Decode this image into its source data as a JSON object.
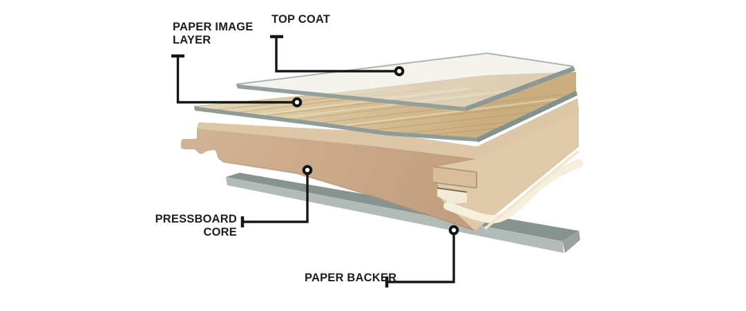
{
  "diagram": {
    "kind": "exploded-layer-diagram",
    "background_color": "#ffffff",
    "connector_color": "#151515",
    "text_color": "#1d1d1b",
    "dot_fill": "#ffffff"
  },
  "labels": {
    "paper_image_layer": {
      "line1": "PAPER IMAGE",
      "line2": "LAYER"
    },
    "top_coat": {
      "line1": "TOP COAT"
    },
    "pressboard_core": {
      "line1": "PRESSBOARD",
      "line2": "CORE"
    },
    "paper_backer": {
      "line1": "PAPER BACKER"
    }
  },
  "layers": [
    {
      "name": "Top coat",
      "color": "#e9e5dc"
    },
    {
      "name": "Paper image layer",
      "color": "#d3b98f"
    },
    {
      "name": "Pressboard core",
      "color": "#c9a884"
    },
    {
      "name": "Paper backer",
      "color": "#a9b3ae"
    }
  ]
}
